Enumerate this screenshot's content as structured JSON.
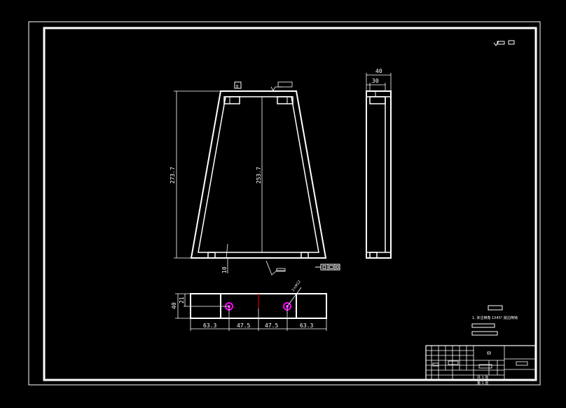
{
  "drawing": {
    "background": "#000000",
    "line_color": "#ffffff",
    "accent_color": "#ff00ff",
    "center_line_color": "#ff0000",
    "dimensions": {
      "height_outer": "273.7",
      "height_inner": "253.7",
      "base_thickness": "10",
      "side_width_total": "40",
      "side_width_inner": "30",
      "bottom_depth": "40",
      "bottom_offset": "21",
      "seg_1": "63.3",
      "seg_2": "47.5",
      "seg_3": "47.5",
      "seg_4": "63.3",
      "hole_callout": "2×M12"
    },
    "section_marker": "B",
    "tolerance_symbol": "⊥",
    "note_text": "1. 未注倒角 1X45°,锐边倒钝",
    "title_block": {
      "sheet_line_1": "共 1 张",
      "sheet_line_2": "第 1 张"
    }
  }
}
